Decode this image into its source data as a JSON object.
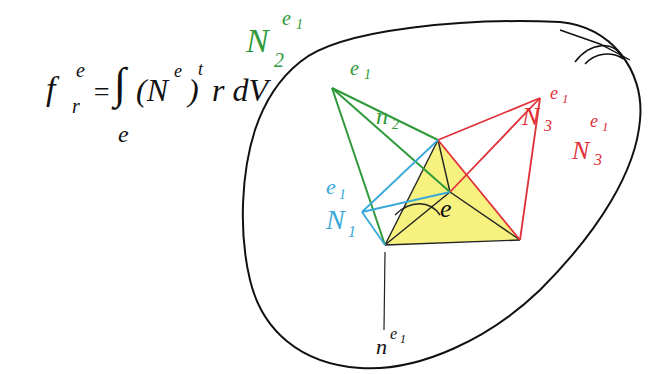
{
  "diagram": {
    "labels": [
      "f",
      "e",
      "r",
      "=",
      "∫",
      "(N",
      "e",
      ")",
      "t",
      "r dV",
      "e",
      "N",
      "2",
      "e",
      "1",
      "e",
      "1",
      "n",
      "2",
      "N",
      "3",
      "e",
      "1",
      "N",
      "3",
      "e",
      "1",
      "e",
      "1",
      "N",
      "1",
      "e",
      "n",
      "e",
      "1"
    ]
  }
}
